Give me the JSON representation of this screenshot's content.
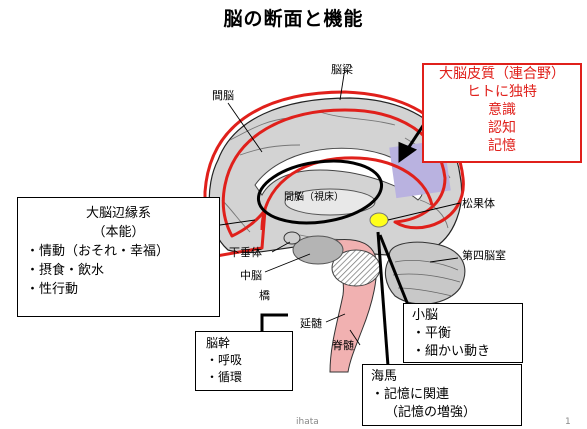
{
  "title": "脳の断面と機能",
  "labels": {
    "corpus_callosum": "脳梁",
    "interbrain": "間脳",
    "thalamus": "間脳（視床）",
    "pineal": "松果体",
    "pituitary": "下垂体",
    "midbrain": "中脳",
    "fourth_ventricle": "第四脳室",
    "pons": "橋",
    "medulla": "延髄",
    "spinal_cord": "脊髄"
  },
  "cortex_box": {
    "title": "大脳皮質（連合野）",
    "lines": [
      "ヒトに独特",
      "意識",
      "認知",
      "記憶"
    ]
  },
  "limbic_box": {
    "title": "大脳辺縁系",
    "subtitle": "（本能）",
    "items": [
      "・情動（おそれ・幸福）",
      "・摂食・飲水",
      "・性行動"
    ]
  },
  "cerebellum_box": {
    "title": "小脳",
    "items": [
      "・平衡",
      "・細かい動き"
    ]
  },
  "brainstem_box": {
    "title": "脳幹",
    "items": [
      "・呼吸",
      "・循環"
    ]
  },
  "hippocampus_box": {
    "title": "海馬",
    "items": [
      "・記憶に関連",
      "（記憶の増強）"
    ]
  },
  "footer": {
    "author": "ihata",
    "page": "1"
  },
  "colors": {
    "highlight_red": "#e0201b",
    "cortex_area": "#b9b2e0",
    "pineal_yellow": "#ffff1a",
    "brainstem_pink": "#f1b1b1",
    "tissue_gray": "#b4b4b4"
  }
}
